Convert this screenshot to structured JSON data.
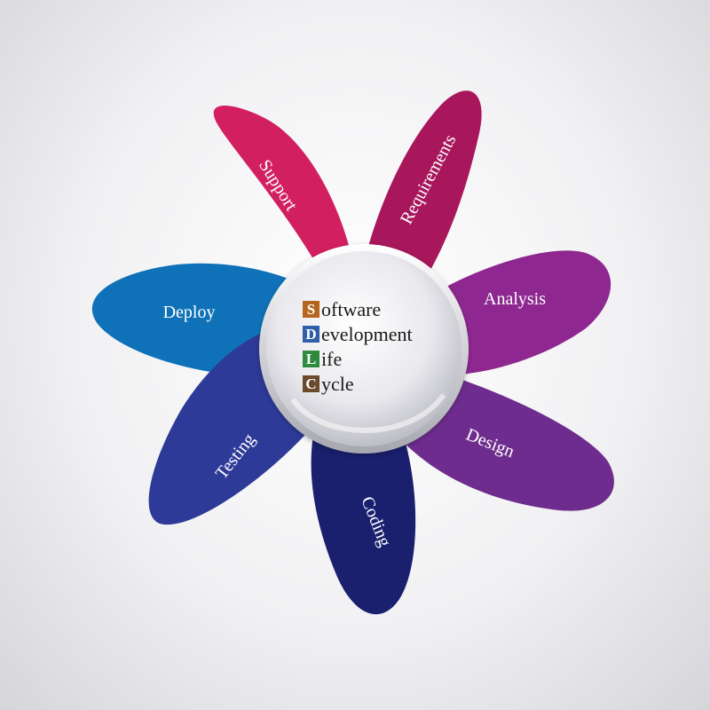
{
  "phases": [
    {
      "id": "support",
      "label": "Support",
      "color": "#d21f5f"
    },
    {
      "id": "requirements",
      "label": "Requirements",
      "color": "#a8165c"
    },
    {
      "id": "analysis",
      "label": "Analysis",
      "color": "#8e2890"
    },
    {
      "id": "design",
      "label": "Design",
      "color": "#6e2d8e"
    },
    {
      "id": "coding",
      "label": "Coding",
      "color": "#1a1f6e"
    },
    {
      "id": "testing",
      "label": "Testing",
      "color": "#2e3a98"
    },
    {
      "id": "deploy",
      "label": "Deploy",
      "color": "#0f72b8"
    }
  ],
  "center": {
    "lines": [
      {
        "letter": "S",
        "rest": "oftware",
        "box_color": "#b5651d"
      },
      {
        "letter": "D",
        "rest": "evelopment",
        "box_color": "#2f5fa8"
      },
      {
        "letter": "L",
        "rest": "ife",
        "box_color": "#2e8b3e"
      },
      {
        "letter": "C",
        "rest": "ycle",
        "box_color": "#6b4a2e"
      }
    ]
  }
}
